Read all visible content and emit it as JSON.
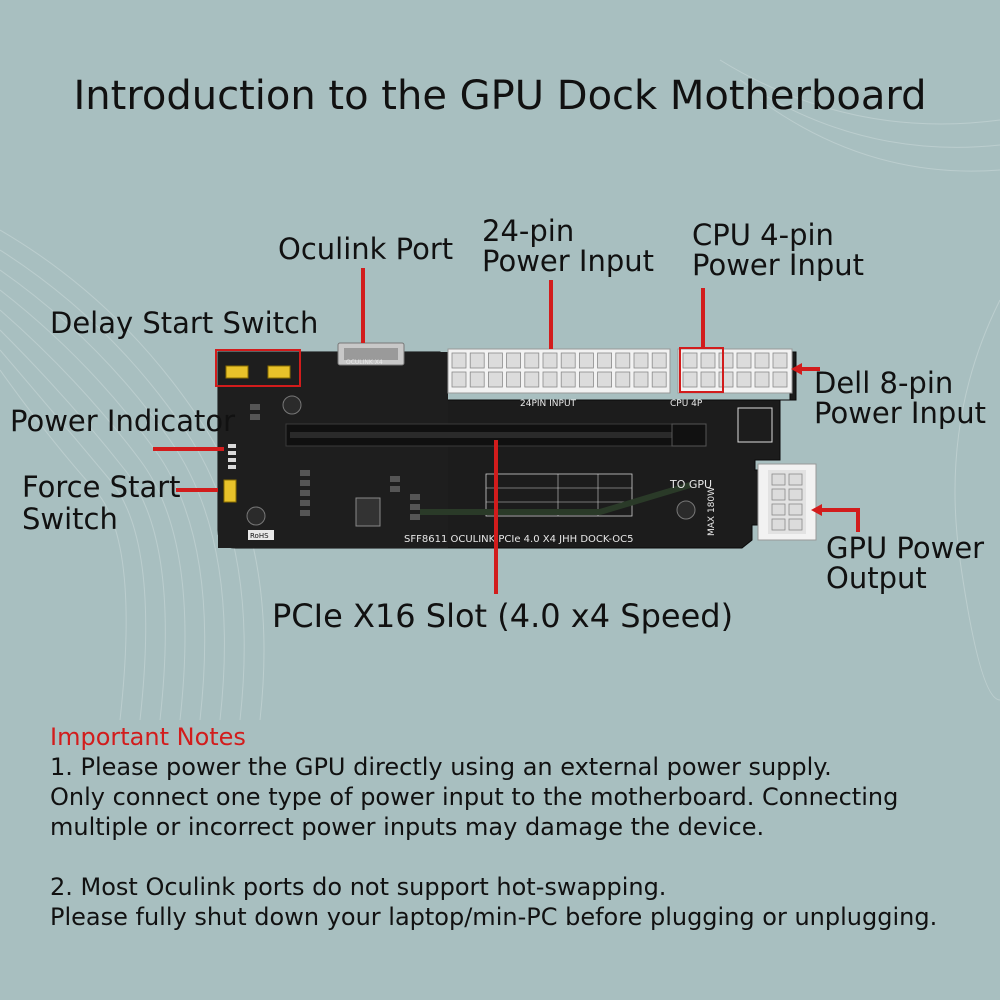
{
  "title": "Introduction to the GPU Dock Motherboard",
  "labels": {
    "oculink_port": "Oculink Port",
    "power_24pin": [
      "24-pin",
      "Power Input"
    ],
    "cpu_4pin": [
      "CPU 4-pin",
      "Power Input"
    ],
    "delay_start": "Delay Start Switch",
    "power_indicator": "Power Indicator",
    "force_start": [
      "Force Start",
      "Switch"
    ],
    "dell_8pin": [
      "Dell 8-pin",
      "Power Input"
    ],
    "gpu_power": [
      "GPU Power",
      "Output"
    ],
    "pcie_slot": "PCIe X16 Slot (4.0 x4 Speed)"
  },
  "board_text": {
    "oculink_x4": "OCULINK X4",
    "pin24": "24PIN  INPUT",
    "cpu4p": "CPU 4P",
    "to_gpu": "TO GPU",
    "max180w": "MAX 180W",
    "model": "SFF8611 OCULINK  PCIe 4.0  X4  JHH DOCK-OC5",
    "rohs": "RoHS"
  },
  "notes": {
    "heading": "Important Notes",
    "n1_line1": "1. Please power the GPU directly using an external power supply.",
    "n1_line2": "Only connect one type of power input to the motherboard. Connecting",
    "n1_line3": "multiple or incorrect power inputs may damage the device.",
    "n2_line1": "2. Most Oculink ports do not support hot-swapping.",
    "n2_line2": "Please fully shut down your laptop/min-PC before plugging or unplugging."
  },
  "colors": {
    "background": "#a8bfc0",
    "pcb": "#1c1c1c",
    "arrow": "#d21c1c",
    "notes_heading": "#d21c1c"
  }
}
